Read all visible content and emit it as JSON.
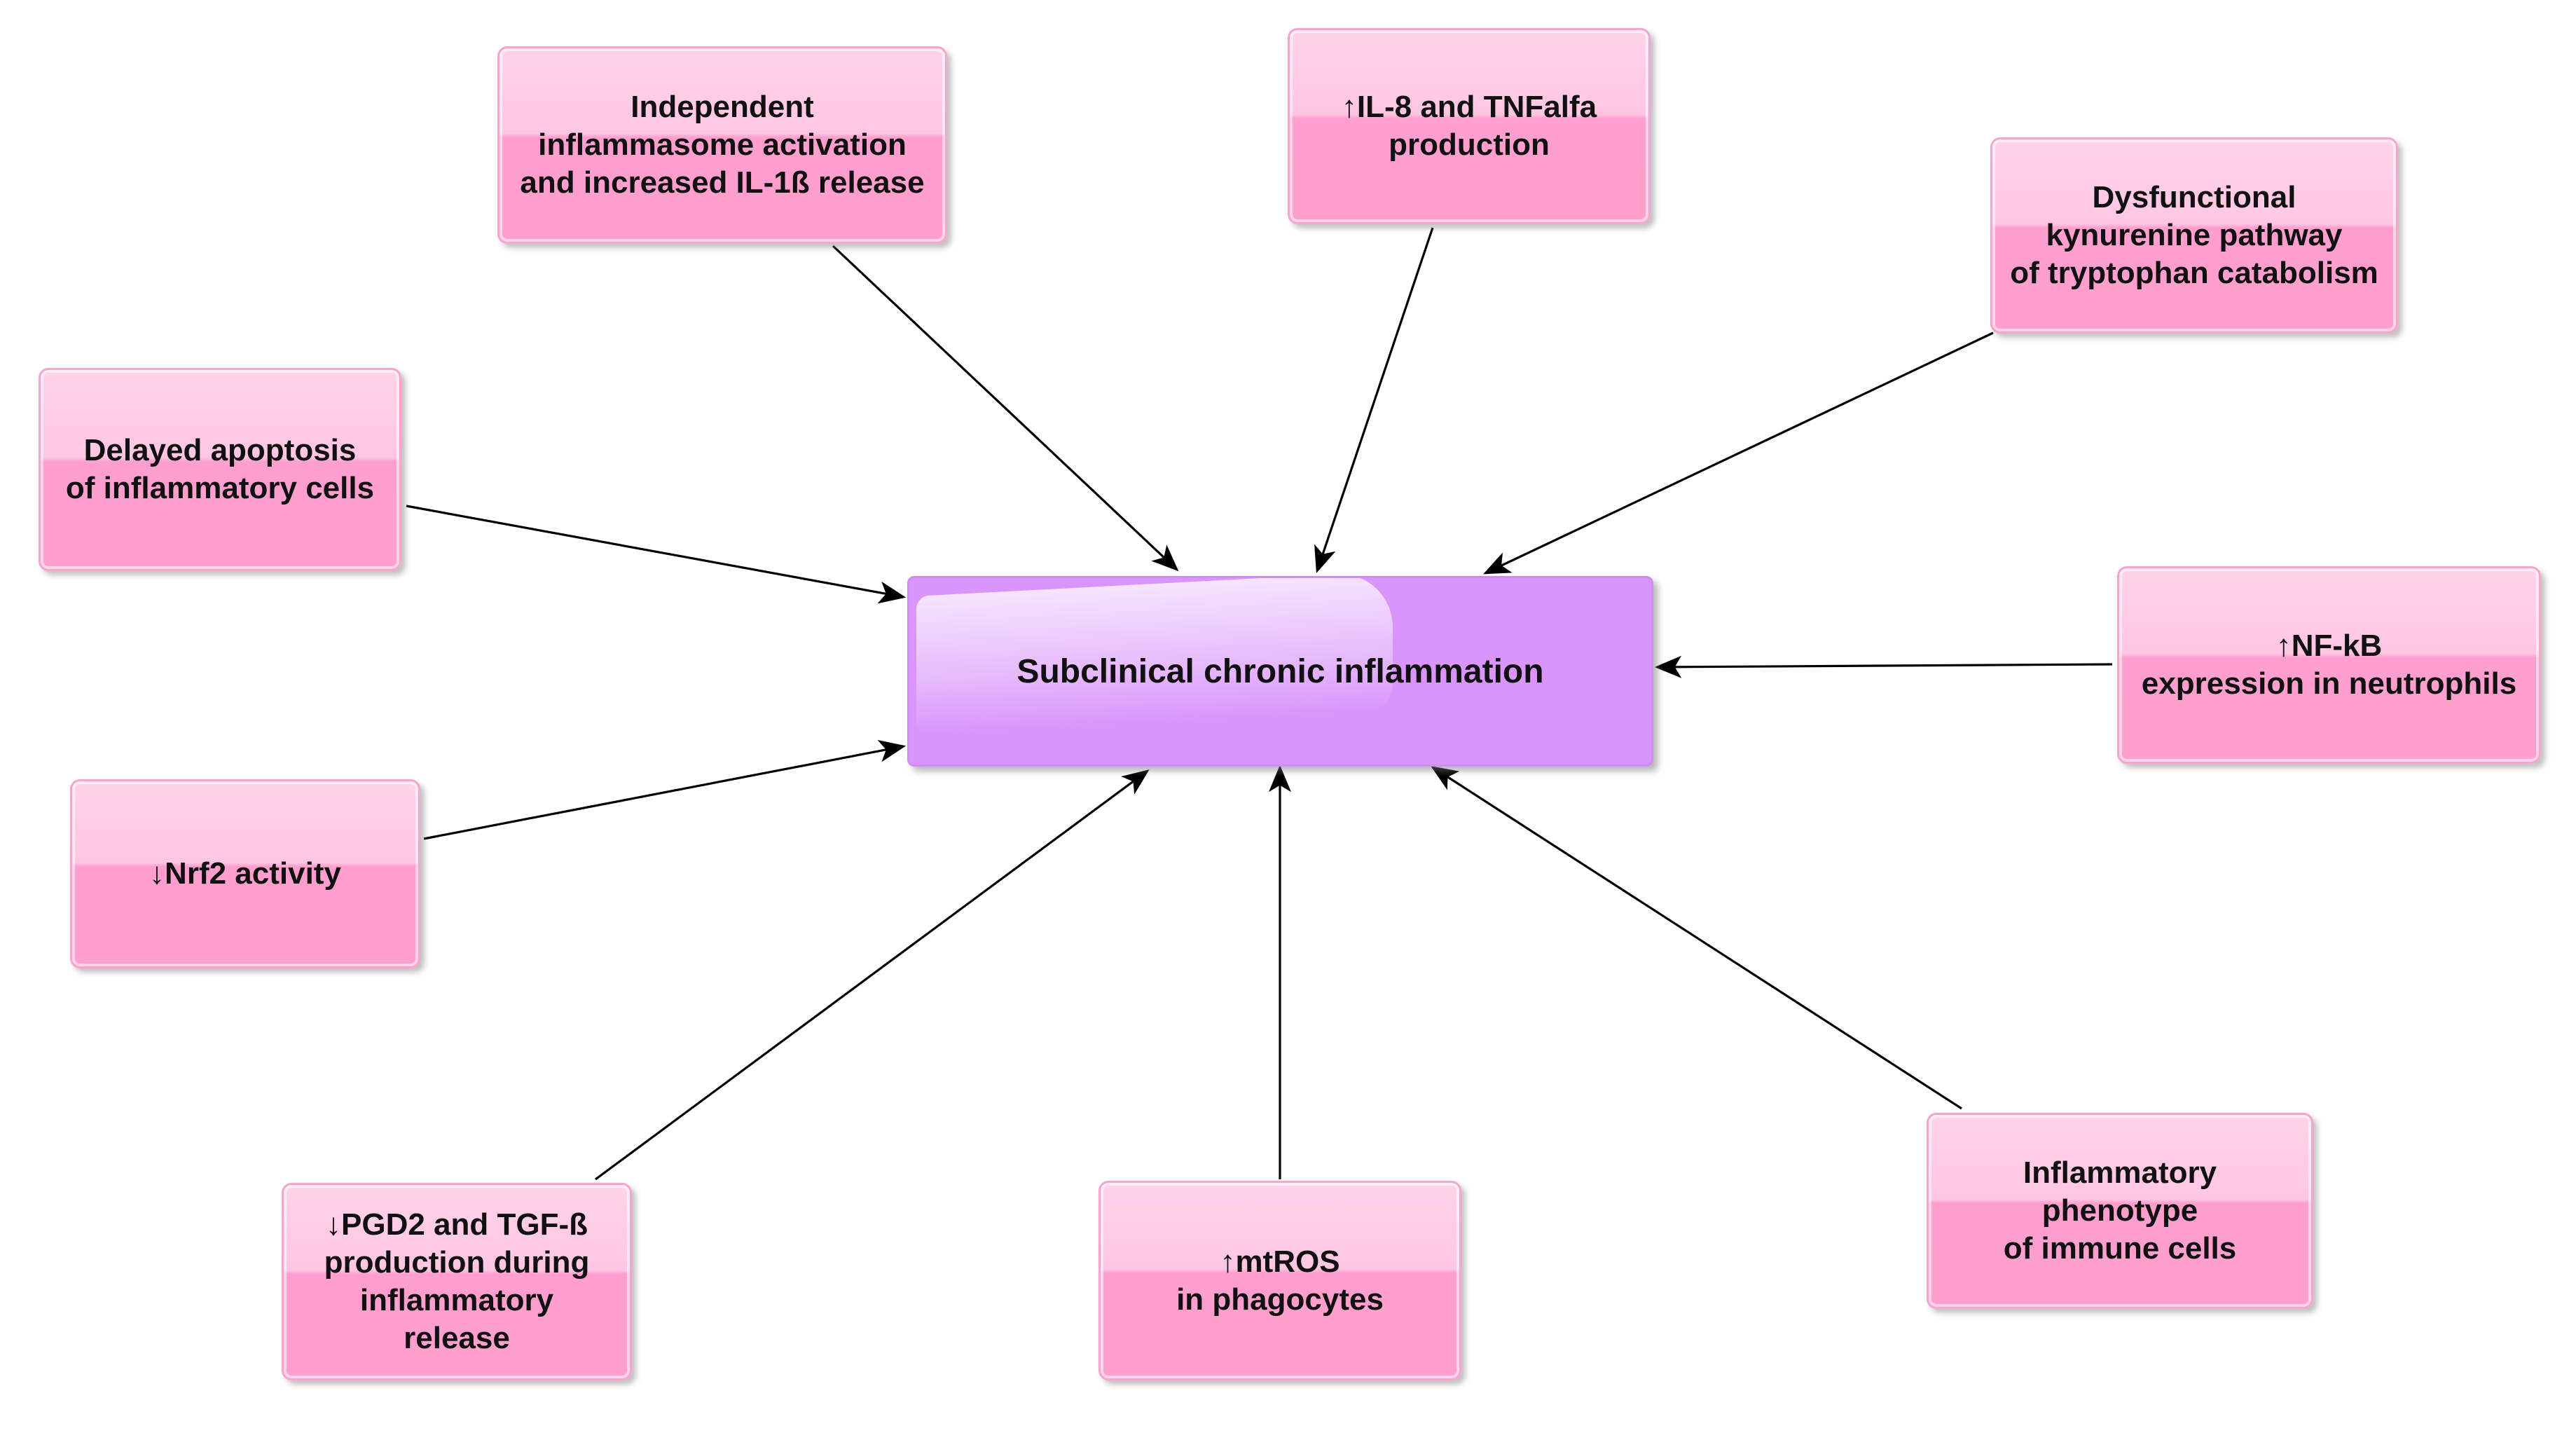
{
  "diagram": {
    "center": "Subclinical chronic inflammation",
    "nodes": {
      "inflammasome": "Independent\ninflammasome activation\nand increased IL-1ß release",
      "il8_tnf": "↑IL-8 and TNFalfa\nproduction",
      "kynurenine": "Dysfunctional\nkynurenine pathway\nof tryptophan catabolism",
      "apoptosis": "Delayed apoptosis\nof inflammatory cells",
      "nfkb": "↑NF-kB\nexpression in neutrophils",
      "nrf2": "↓Nrf2 activity",
      "pgd2": "↓PGD2 and TGF-ß\nproduction during\ninflammatory\nrelease",
      "mtros": "↑mtROS\nin phagocytes",
      "phenotype": "Inflammatory phenotype\nof immune cells"
    }
  },
  "colors": {
    "node_fill": "#ff9fce",
    "node_border": "#f4a6cd",
    "center_fill": "#d995fb",
    "arrow": "#000000"
  }
}
